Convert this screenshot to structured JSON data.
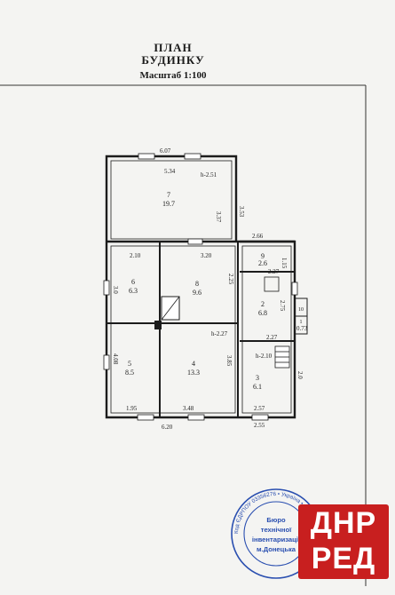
{
  "header": {
    "title_line1": "ПЛАН",
    "title_line2": "БУДИНКУ",
    "scale": "Масштаб 1:100"
  },
  "dimensions": {
    "top_overall": "6.07",
    "room7_width": "5.34",
    "room7_height_inner": "3.37",
    "room7_height_outer": "3.53",
    "ceiling_h7": "h-2.51",
    "annex_top": "2.66",
    "room6_width": "2.10",
    "room8_width": "3.20",
    "room6_height": "3.0",
    "room8_height": "2.25",
    "room9_width": "2.27",
    "room9_height": "1.15",
    "room2_height": "2.75",
    "room10_width": "0.73",
    "room5_height": "4.08",
    "ceiling_h4": "h-2.27",
    "ceiling_h3": "h-2.10",
    "room3_width": "2.27",
    "room4_height": "3.85",
    "room3_height": "2.0",
    "room5_width": "1.95",
    "room4_width": "3.48",
    "room3_bottom": "2.57",
    "bottom_overall": "6.20",
    "annex_bottom": "2.55"
  },
  "rooms": [
    {
      "num": "7",
      "area": "19.7"
    },
    {
      "num": "6",
      "area": "6.3"
    },
    {
      "num": "8",
      "area": "9.6"
    },
    {
      "num": "9",
      "area": "2.6"
    },
    {
      "num": "2",
      "area": "6.8"
    },
    {
      "num": "10",
      "area": "1"
    },
    {
      "num": "5",
      "area": "8.5"
    },
    {
      "num": "4",
      "area": "13.3"
    },
    {
      "num": "3",
      "area": "6.1"
    }
  ],
  "stamp": {
    "line1": "Бюро",
    "line2": "технічної",
    "line3": "інвентаризації",
    "line4": "м.Донецька",
    "ring": "Код ЄДРПОУ 03356276 • Україна •"
  },
  "watermark": {
    "line1": "ДНР",
    "line2": "РЕД"
  },
  "colors": {
    "wall": "#1c1c1c",
    "stamp": "#2a4fb0",
    "logo_bg": "#c81f1f"
  }
}
